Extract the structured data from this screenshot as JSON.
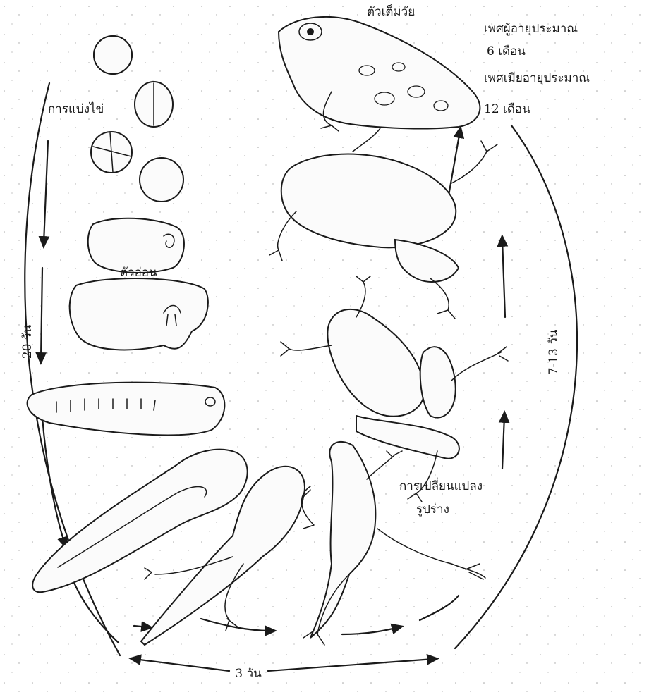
{
  "labels": {
    "adult": "ตัวเต็มวัย",
    "male_age_line1": "เพศผู้อายุประมาณ",
    "male_age_line2": "6 เดือน",
    "female_age_line1": "เพศเมียอายุประมาณ",
    "female_age_line2": "12 เดือน",
    "egg_division": "การแบ่งไข่",
    "embryo": "ตัวอ่อน",
    "metamorphosis_line1": "การเปลี่ยนแปลง",
    "metamorphosis_line2": "รูปร่าง",
    "duration_left": "20 วัน",
    "duration_right": "7-13 วัน",
    "duration_bottom": "3 วัน"
  },
  "stages": [
    "egg",
    "egg-cleavage-2",
    "egg-cleavage-4",
    "egg-morula",
    "embryo-early",
    "embryo",
    "embryo-tailbud",
    "tadpole",
    "tadpole-legs",
    "froglet-tail",
    "froglet-hind",
    "juvenile-frog",
    "adult-frog"
  ]
}
